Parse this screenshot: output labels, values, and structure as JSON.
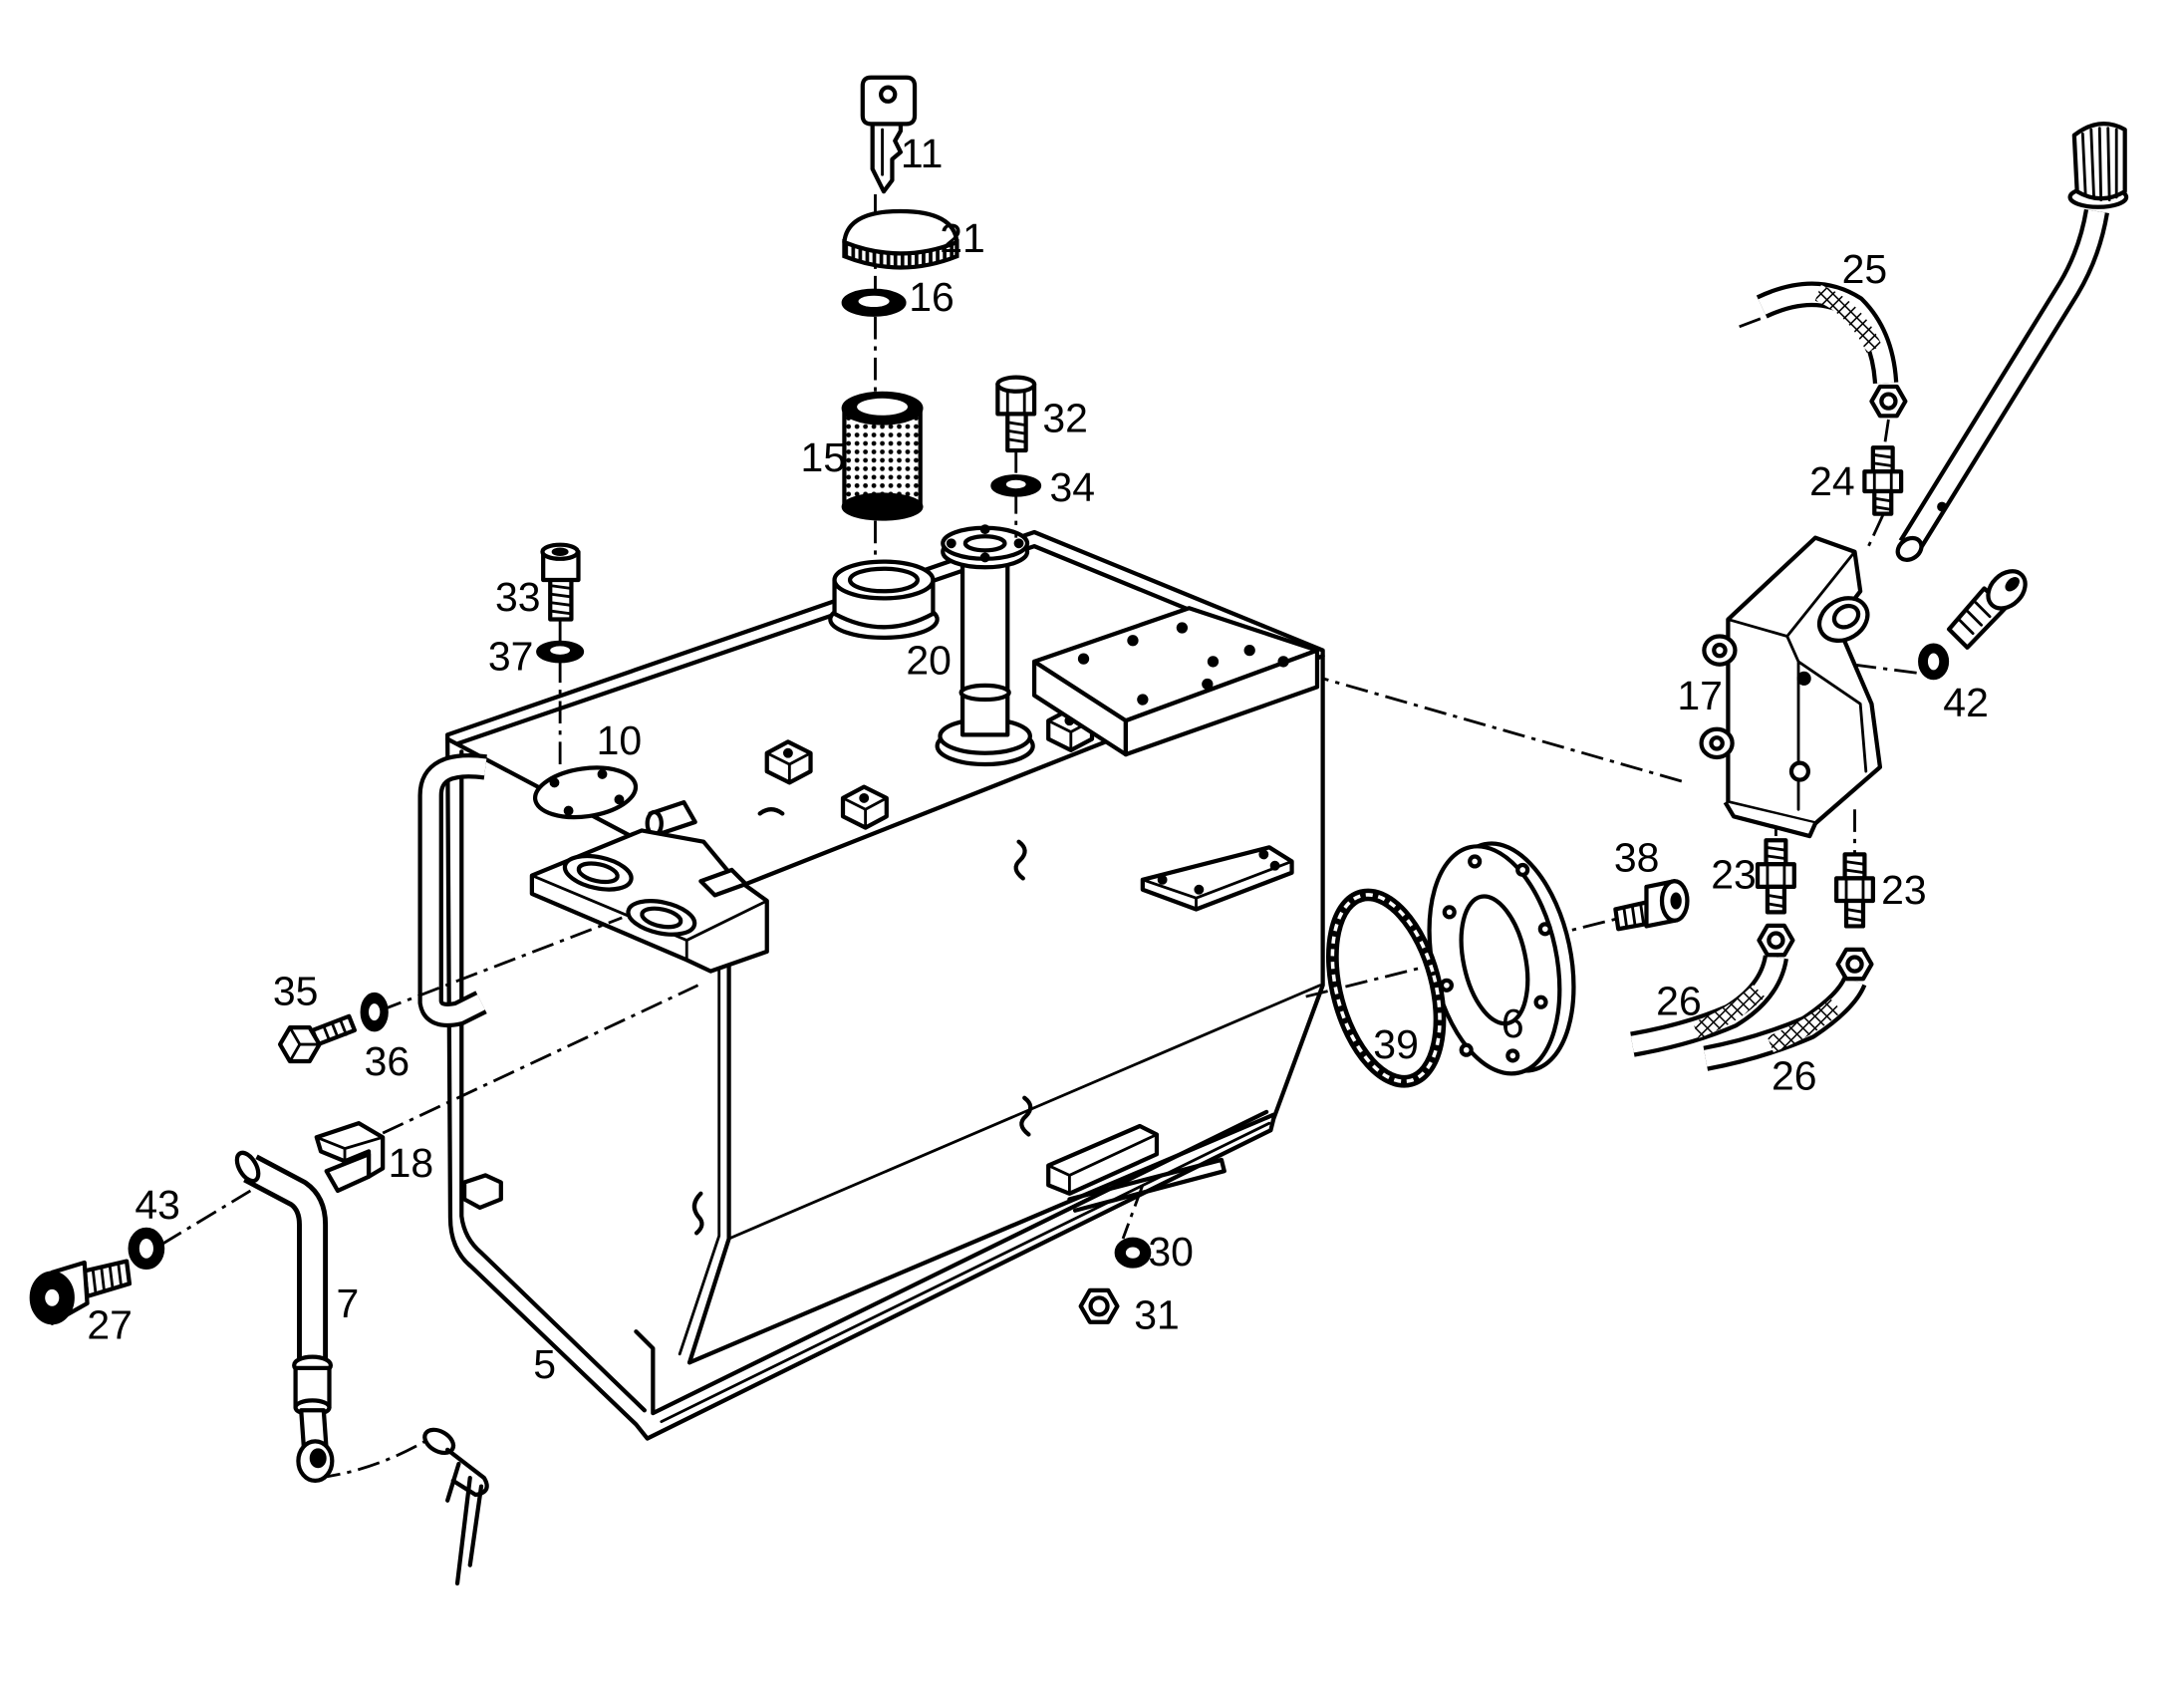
{
  "callouts": [
    "11",
    "21",
    "16",
    "25",
    "32",
    "15",
    "34",
    "24",
    "33",
    "20",
    "37",
    "10",
    "17",
    "42",
    "38",
    "23",
    "23",
    "35",
    "36",
    "26",
    "6",
    "39",
    "26",
    "18",
    "43",
    "30",
    "7",
    "27",
    "31",
    "5"
  ],
  "colors": {
    "line": "#000000",
    "background": "#ffffff"
  }
}
